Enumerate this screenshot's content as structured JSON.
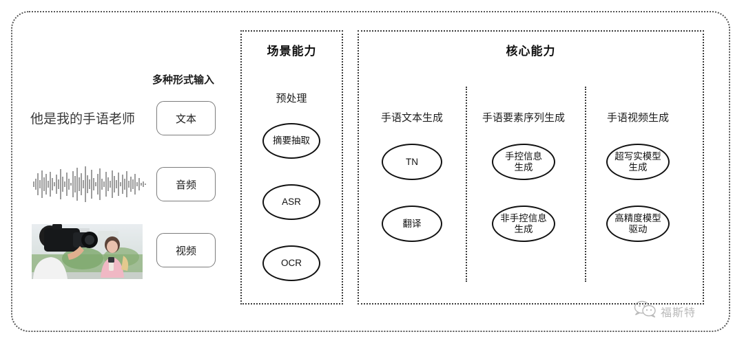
{
  "diagram": {
    "input": {
      "header": "多种形式输入",
      "sample_text": "他是我的手语老师",
      "modalities": [
        {
          "label": "文本",
          "icon": "text-icon"
        },
        {
          "label": "音频",
          "icon": "audio-waveform-icon"
        },
        {
          "label": "视频",
          "icon": "video-thumbnail-icon"
        }
      ]
    },
    "scene_section": {
      "title": "场景能力",
      "columns": [
        {
          "header": "预处理",
          "nodes": [
            "摘要抽取",
            "ASR",
            "OCR"
          ]
        }
      ]
    },
    "core_section": {
      "title": "核心能力",
      "columns": [
        {
          "header": "手语文本生成",
          "nodes": [
            "TN",
            "翻译"
          ]
        },
        {
          "header": "手语要素序列生成",
          "nodes": [
            "手控信息\n生成",
            "非手控信息\n生成"
          ]
        },
        {
          "header": "手语视频生成",
          "nodes": [
            "超写实模型\n生成",
            "高精度模型\n驱动"
          ]
        }
      ]
    },
    "watermark": {
      "text": "福斯特",
      "icon": "wechat-icon"
    },
    "colors": {
      "border": "#3a3a3a",
      "node_stroke": "#111111",
      "pill_stroke": "#7b7b7b",
      "text": "#1d1d1d",
      "watermark": "#6f6f6f"
    }
  }
}
